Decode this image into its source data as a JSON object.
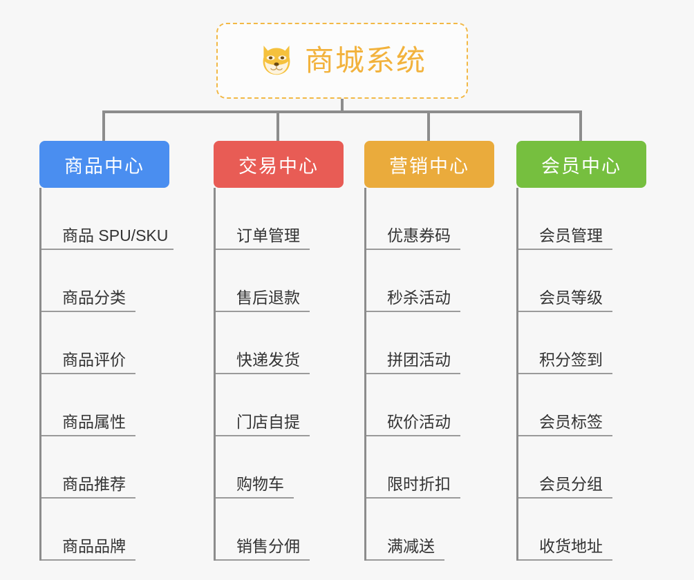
{
  "root": {
    "title": "商城系统",
    "icon": "shiba-dog-icon",
    "border_color": "#f2b845",
    "text_color": "#f2b23c"
  },
  "connector_color": "#8c8c8c",
  "background_color": "#f7f7f7",
  "columns": [
    {
      "id": "product-center",
      "label": "商品中心",
      "color": "#4a8ef0",
      "items": [
        "商品 SPU/SKU",
        "商品分类",
        "商品评价",
        "商品属性",
        "商品推荐",
        "商品品牌"
      ]
    },
    {
      "id": "trade-center",
      "label": "交易中心",
      "color": "#e85c55",
      "items": [
        "订单管理",
        "售后退款",
        "快递发货",
        "门店自提",
        "购物车",
        "销售分佣"
      ]
    },
    {
      "id": "marketing-center",
      "label": "营销中心",
      "color": "#eaab3c",
      "items": [
        "优惠券码",
        "秒杀活动",
        "拼团活动",
        "砍价活动",
        "限时折扣",
        "满减送"
      ]
    },
    {
      "id": "member-center",
      "label": "会员中心",
      "color": "#76bf3f",
      "items": [
        "会员管理",
        "会员等级",
        "积分签到",
        "会员标签",
        "会员分组",
        "收货地址"
      ]
    }
  ]
}
